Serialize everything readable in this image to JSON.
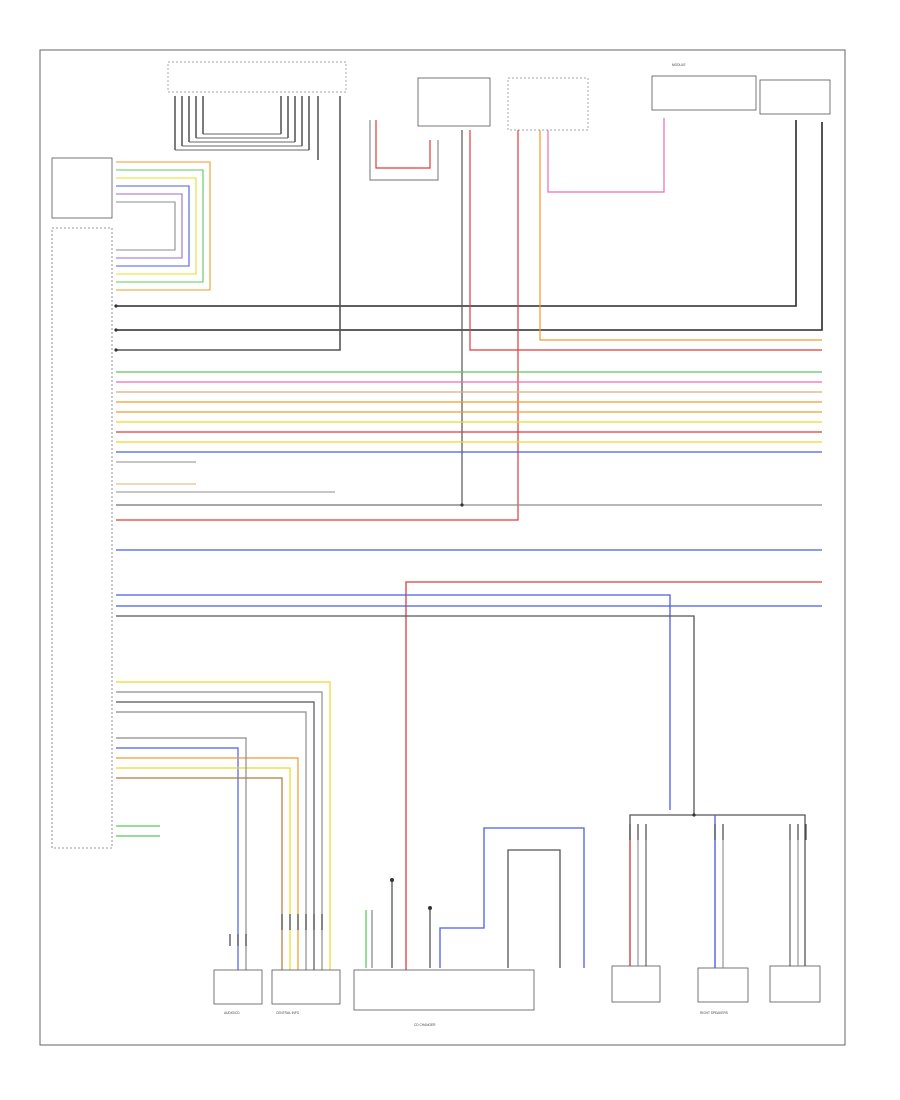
{
  "diagram": {
    "modules": [
      {
        "key": "audio_cd",
        "label": "AUDIO/CD"
      },
      {
        "key": "central_info",
        "label": "CENTRAL INFO"
      },
      {
        "key": "cd_changer",
        "label": "CD CHANGER"
      },
      {
        "key": "right_speakers",
        "label": "RIGHT SPEAKERS"
      },
      {
        "key": "top_modules",
        "label": "MODULE"
      }
    ],
    "wire_colors": {
      "black": "#2a2a2a",
      "gray": "#8c8c8c",
      "red": "#e23b3b",
      "pink": "#f06ab0",
      "orange": "#f39a2a",
      "green": "#5cc85c",
      "yellow": "#e6dc2a",
      "blue": "#4a5ee8",
      "violet": "#9a6ad8",
      "brown": "#b07a3a",
      "tan": "#d8b07a"
    }
  }
}
